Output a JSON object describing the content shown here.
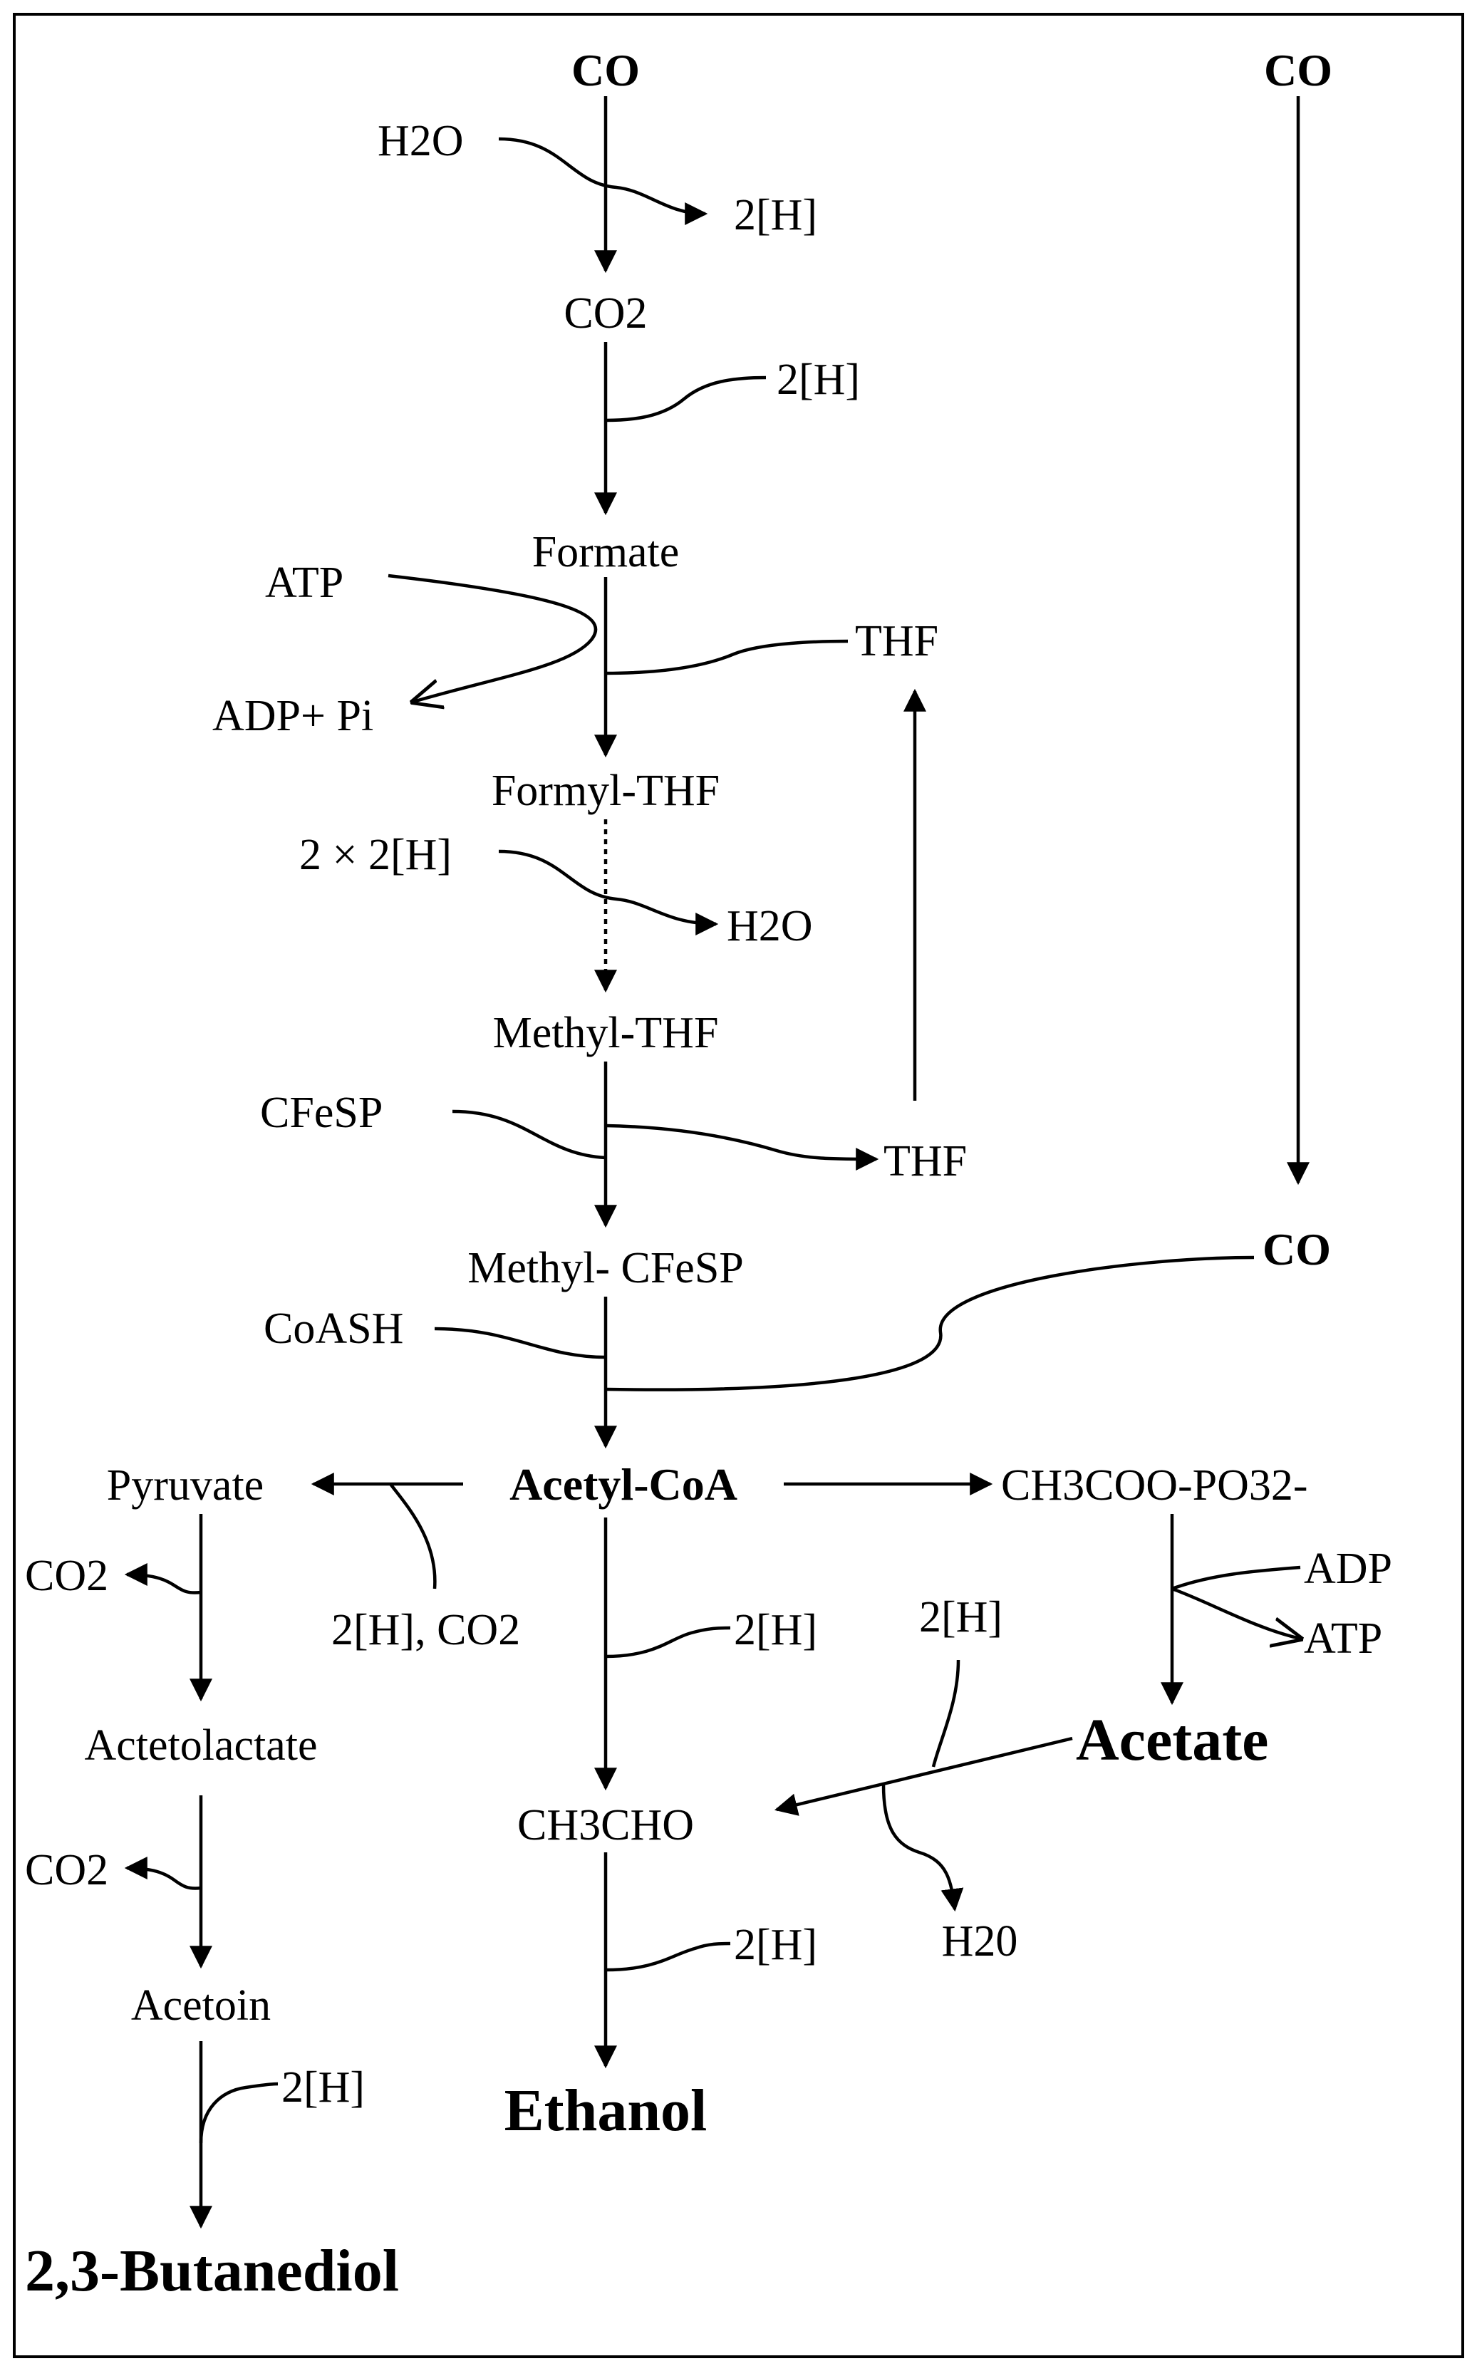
{
  "labels": {
    "co_top": "CO",
    "co_right_top": "CO",
    "h2o_1": "H2O",
    "h_1": "2[H]",
    "co2_1": "CO2",
    "h_2": "2[H]",
    "formate": "Formate",
    "atp_1": "ATP",
    "adp_pi": "ADP+ Pi",
    "thf_1": "THF",
    "formyl_thf": "Formyl-THF",
    "h_2x2": "2 × 2[H]",
    "h2o_2": "H2O",
    "methyl_thf": "Methyl-THF",
    "cfesp": "CFeSP",
    "thf_2": "THF",
    "methyl_cfesp": "Methyl- CFeSP",
    "co_right": "CO",
    "coash": "CoASH",
    "acetyl_coa": "Acetyl-CoA",
    "pyruvate": "Pyruvate",
    "acetyl_phosphate": "CH3COO-PO32-",
    "co2_2": "CO2",
    "h_co2": "2[H], CO2",
    "h_3": "2[H]",
    "adp": "ADP",
    "atp_2": "ATP",
    "h_4": "2[H]",
    "acetolactate": "Actetolactate",
    "acetate": "Acetate",
    "co2_3": "CO2",
    "acetaldehyde": "CH3CHO",
    "h2o_3": "H20",
    "h_5": "2[H]",
    "acetoin": "Acetoin",
    "h_6": "2[H]",
    "ethanol": "Ethanol",
    "butanediol": "2,3-Butanediol"
  }
}
